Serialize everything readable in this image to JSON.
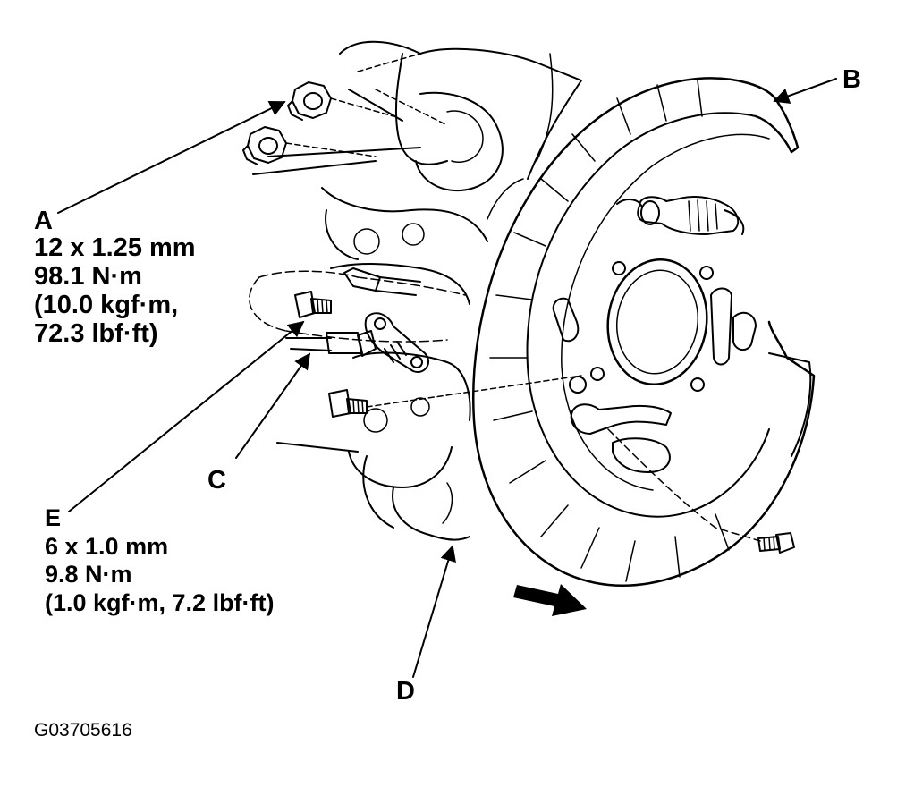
{
  "callouts": {
    "a": {
      "letter": "A",
      "lines": [
        "12 x 1.25 mm",
        "98.1 N·m",
        "(10.0 kgf·m,",
        "72.3 lbf·ft)"
      ]
    },
    "b": {
      "letter": "B"
    },
    "c": {
      "letter": "C"
    },
    "d": {
      "letter": "D"
    },
    "e": {
      "letter": "E",
      "lines": [
        "6 x 1.0 mm",
        "9.8 N·m",
        "(1.0 kgf·m, 7.2 lbf·ft)"
      ]
    }
  },
  "figure_id": "G03705616"
}
